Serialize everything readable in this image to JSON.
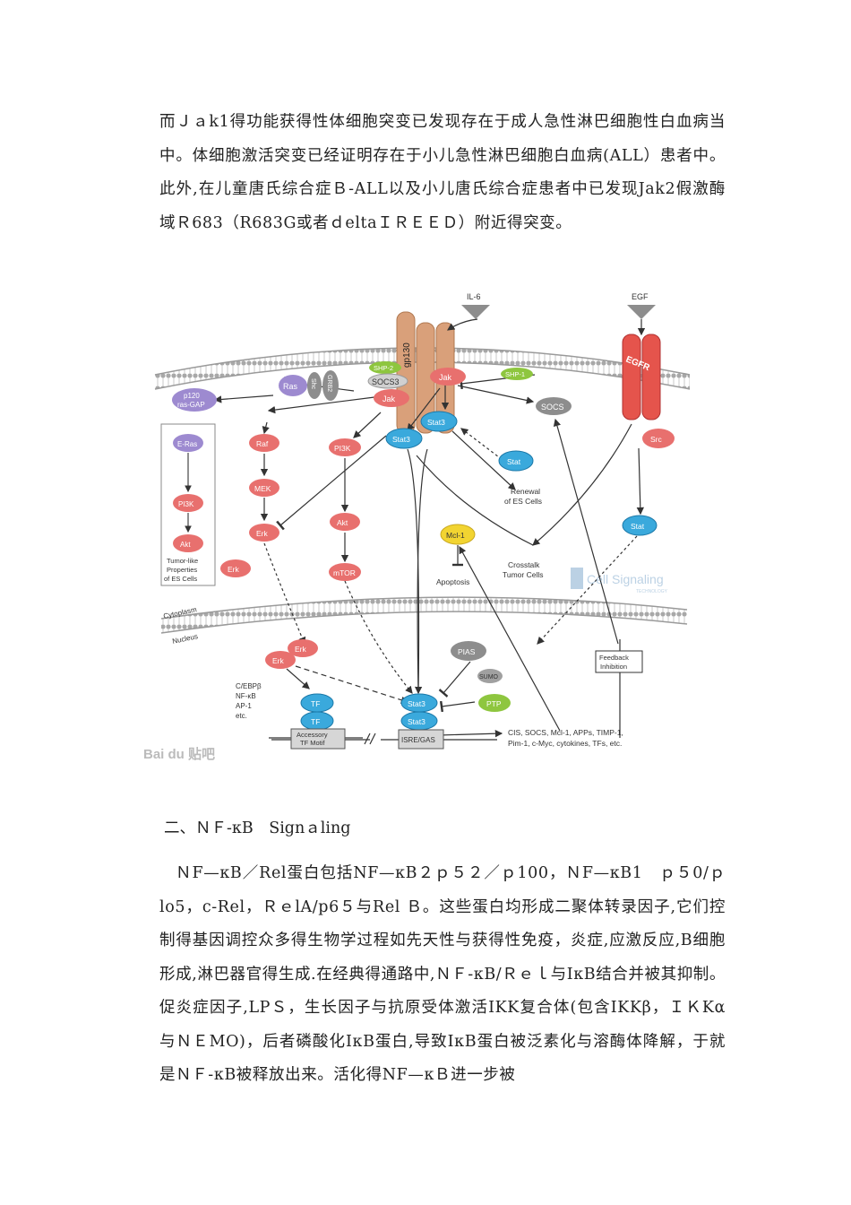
{
  "paragraph1": "而Ｊａk1得功能获得性体细胞突变已发现存在于成人急性淋巴细胞性白血病当中。体细胞激活突变已经证明存在于小儿急性淋巴细胞白血病(ALL）患者中。此外,在儿童唐氏综合症Ｂ-ALL以及小儿唐氏综合症患者中已发现Jak2假激酶域Ｒ683（R683G或者ｄeltaＩＲＥＥＤ）附近得突变。",
  "figure": {
    "labels": {
      "il6": "IL-6",
      "egf": "EGF",
      "gp130": "gp130",
      "egfr": "EGFR",
      "shp2": "SHP-2",
      "socs3": "SOCS3",
      "jak_left": "Jak",
      "jak_right": "Jak",
      "shp1": "SHP-1",
      "socs": "SOCS",
      "ras": "Ras",
      "shc": "Shc",
      "grb2": "GRB2",
      "p120_line1": "p120",
      "p120_line2": "ras-GAP",
      "eras": "E-Ras",
      "pi3k_box": "PI3K",
      "akt_box": "Akt",
      "tumor_line1": "Tumor-like",
      "tumor_line2": "Properties",
      "tumor_line3": "of ES Cells",
      "raf": "Raf",
      "mek": "MEK",
      "erk1": "Erk",
      "erk_left": "Erk",
      "pi3k": "PI3K",
      "akt": "Akt",
      "mtor": "mTOR",
      "stat3_a": "Stat3",
      "stat3_b": "Stat3",
      "stat_mid": "Stat",
      "renewal_line1": "Renewal",
      "renewal_line2": "of ES Cells",
      "src": "Src",
      "stat_right": "Stat",
      "mcl1": "Mcl-1",
      "apoptosis": "Apoptosis",
      "crosstalk_line1": "Crosstalk",
      "crosstalk_line2": "Tumor Cells",
      "watermark": "Cell Signaling",
      "watermark_sub": "TECHNOLOGY",
      "cytoplasm": "Cytoplasm",
      "nucleus": "Nucleus",
      "erk_n1": "Erk",
      "erk_n2": "Erk",
      "pias": "PIAS",
      "sumo": "SUMO",
      "ptp": "PTP",
      "feedback_line1": "Feedback",
      "feedback_line2": "Inhibition",
      "tf_list1": "C/EBPβ",
      "tf_list2": "NF-κB",
      "tf_list3": "AP-1",
      "tf_list4": "etc.",
      "tf1": "TF",
      "tf2": "TF",
      "stat3_n1": "Stat3",
      "stat3_n2": "Stat3",
      "accessory_line1": "Accessory",
      "accessory_line2": "TF Motif",
      "isre": "ISRE/GAS",
      "targets_line1": "CIS, SOCS, Mcl-1, APPs, TIMP-1,",
      "targets_line2": "Pim-1, c-Myc, cytokines, TFs, etc.",
      "baidu": "Bai du 贴吧"
    },
    "colors": {
      "red_node": "#e8706e",
      "blue_node": "#3aa9dc",
      "purple_node": "#9d8ad0",
      "green_node": "#8ec63f",
      "yellow_node": "#f2d431",
      "gray_node": "#8d8d8d",
      "receptor": "#d9a07a",
      "egfr": "#e5544c",
      "membrane": "#b0b0b0"
    }
  },
  "section_heading": "二、ＮＦ-κB　Signａling",
  "paragraph2": "ＮF—κB／Rel蛋白包括NF—κB２ｐ５２／ｐ100，ＮF—κB1　ｐ５0/ｐlo5，c-Rel，ＲｅlA/p6５与Rel Ｂ。这些蛋白均形成二聚体转录因子,它们控制得基因调控众多得生物学过程如先天性与获得性免疫，炎症,应激反应,B细胞形成,淋巴器官得生成.在经典得通路中,ＮＦ-κB/Ｒｅｌ与IκB结合并被其抑制。促炎症因子,LPＳ，生长因子与抗原受体激活IKK复合体(包含IKKβ，ＩＫKα与ＮＥMO)，后者磷酸化IκB蛋白,导致IκB蛋白被泛素化与溶酶体降解，于就是ＮＦ-κB被释放出来。活化得NF—κＢ进一步被"
}
